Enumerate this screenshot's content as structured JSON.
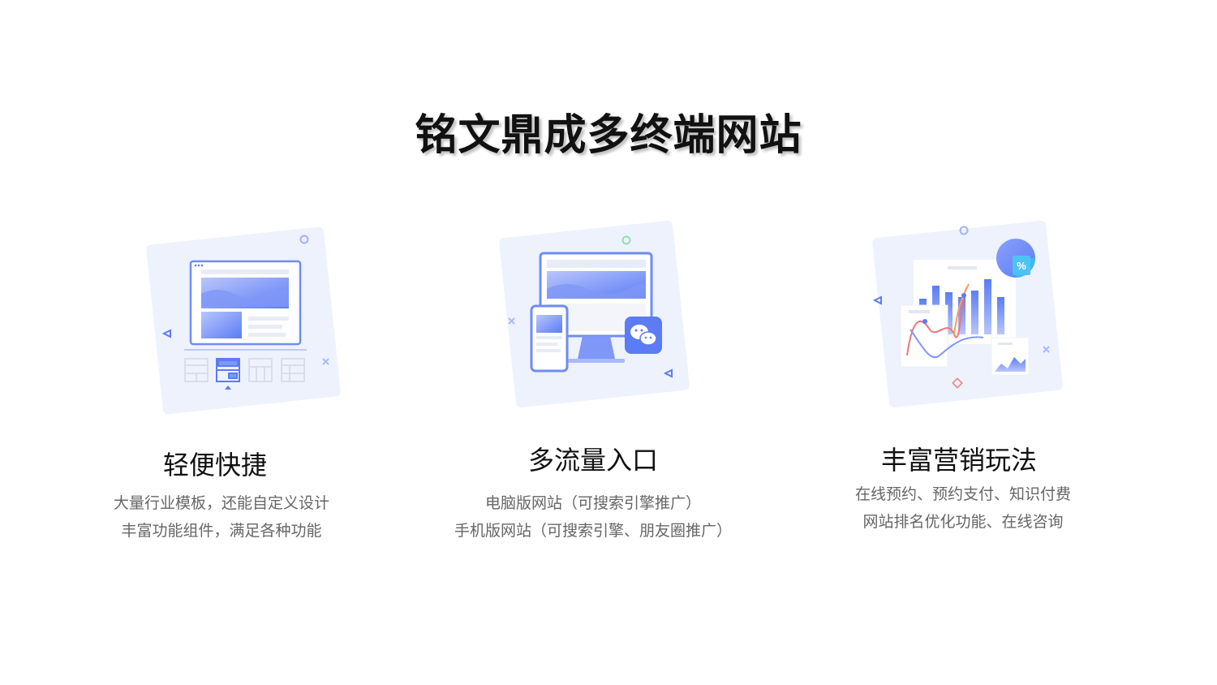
{
  "page_title": "铭文鼎成多终端网站",
  "features": [
    {
      "title": "轻便快捷",
      "lines": [
        "大量行业模板，还能自定义设计",
        "丰富功能组件，满足各种功能"
      ],
      "icon": "website-template-illustration"
    },
    {
      "title": "多流量入口",
      "lines": [
        "电脑版网站（可搜索引擎推广）",
        "手机版网站（可搜索引擎、朋友圈推广）"
      ],
      "icon": "multi-device-illustration"
    },
    {
      "title": "丰富营销玩法",
      "lines": [
        "在线预约、预约支付、知识付费",
        "网站排名优化功能、在线咨询"
      ],
      "icon": "marketing-chart-illustration",
      "badge": "%"
    }
  ],
  "colors": {
    "accent": "#5b7cf5",
    "accent_light": "#a9b9fb",
    "card_bg": "#eef2fd"
  }
}
